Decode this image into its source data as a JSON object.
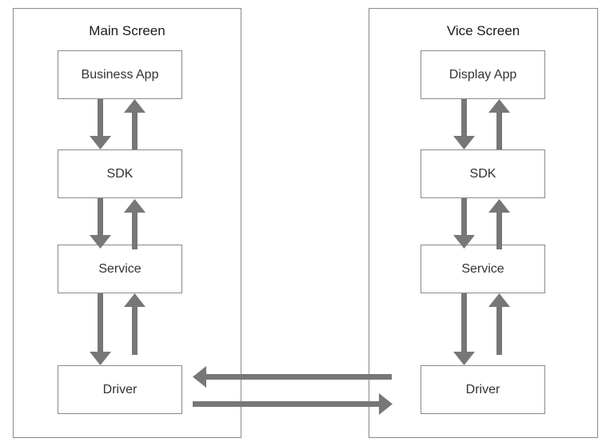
{
  "diagram": {
    "main_screen": {
      "title": "Main Screen",
      "layers": [
        "Business App",
        "SDK",
        "Service",
        "Driver"
      ]
    },
    "vice_screen": {
      "title": "Vice Screen",
      "layers": [
        "Display App",
        "SDK",
        "Service",
        "Driver"
      ]
    },
    "colors": {
      "arrow": "#777777",
      "border": "#8a8a8a"
    }
  }
}
